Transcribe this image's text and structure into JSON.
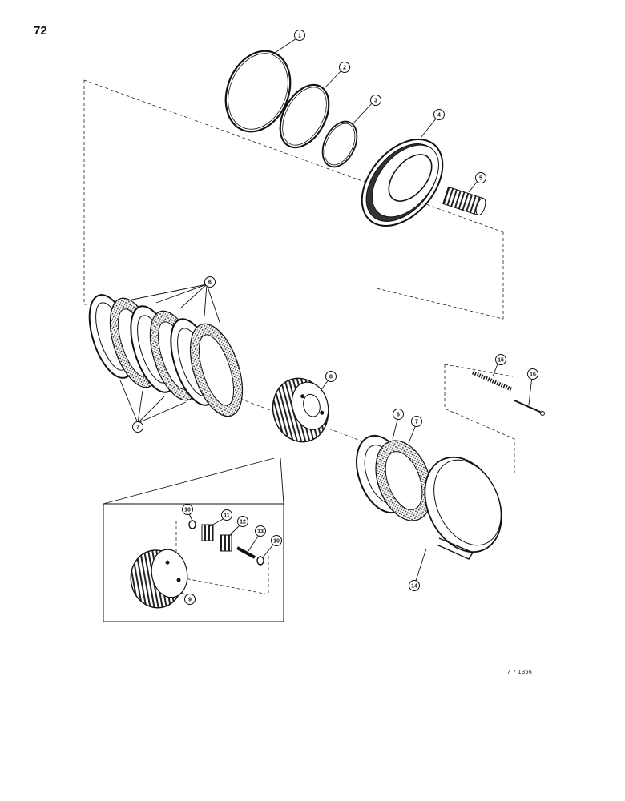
{
  "page": {
    "number": "72",
    "drawing_code": "7 7 1356"
  },
  "callouts": [
    {
      "id": "1",
      "label": "1"
    },
    {
      "id": "2",
      "label": "2"
    },
    {
      "id": "3",
      "label": "3"
    },
    {
      "id": "4",
      "label": "4"
    },
    {
      "id": "5",
      "label": "5"
    },
    {
      "id": "6a",
      "label": "6"
    },
    {
      "id": "7a",
      "label": "7"
    },
    {
      "id": "8",
      "label": "8"
    },
    {
      "id": "6b",
      "label": "6"
    },
    {
      "id": "7b",
      "label": "7"
    },
    {
      "id": "9",
      "label": "9"
    },
    {
      "id": "10a",
      "label": "10"
    },
    {
      "id": "11",
      "label": "11"
    },
    {
      "id": "12",
      "label": "12"
    },
    {
      "id": "13",
      "label": "13"
    },
    {
      "id": "10b",
      "label": "10"
    },
    {
      "id": "14",
      "label": "14"
    },
    {
      "id": "15",
      "label": "15"
    },
    {
      "id": "16",
      "label": "16"
    }
  ]
}
